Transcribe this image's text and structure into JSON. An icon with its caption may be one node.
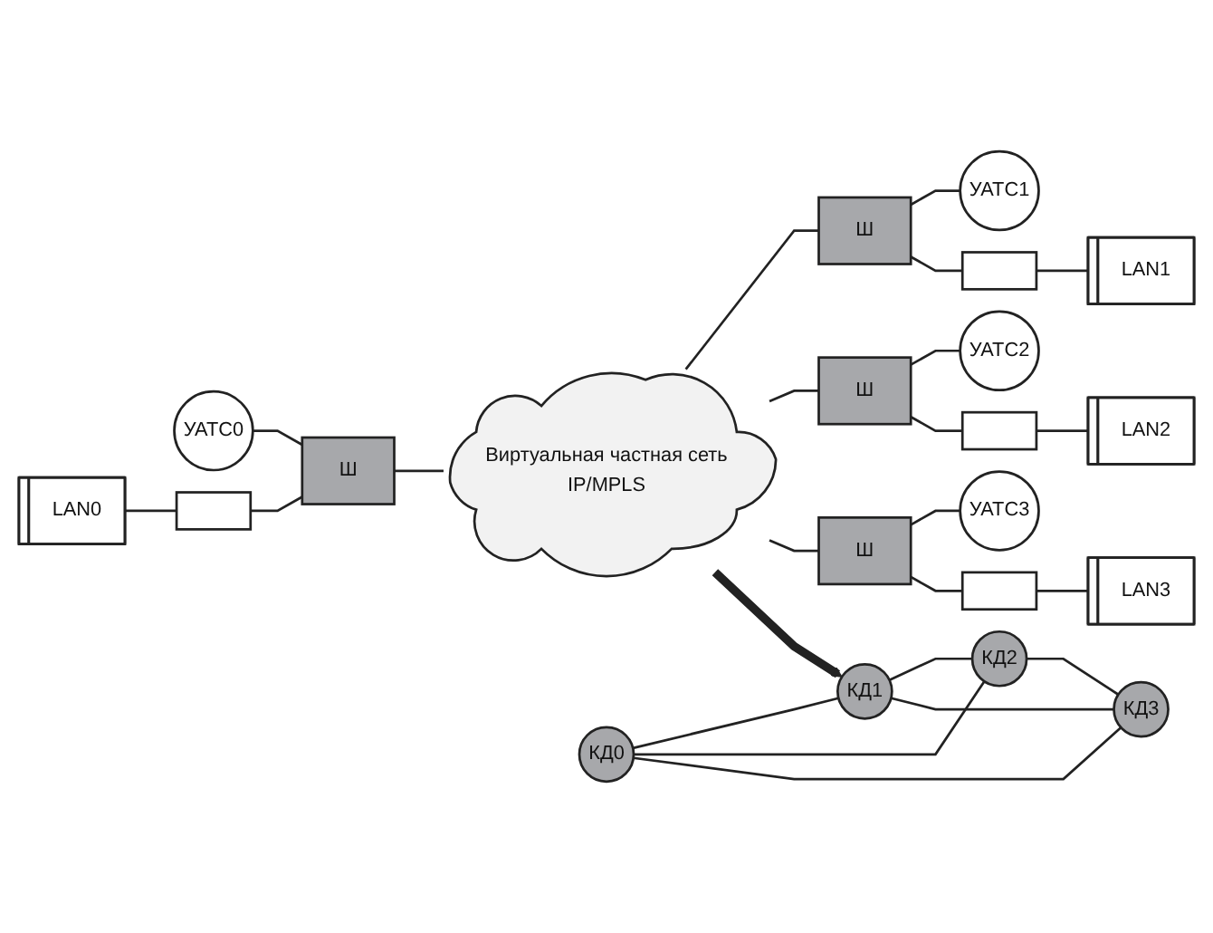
{
  "diagram": {
    "nodes": [
      {
        "text": [
          "Виртуальная частная сеть",
          "IP/MPLS"
        ]
      },
      {
        "text": [
          "Ш"
        ]
      },
      {
        "text": [
          "УАТС0"
        ]
      },
      {
        "text": [],
        "shape": "box"
      },
      {
        "text": [
          "LAN0"
        ]
      },
      {
        "text": [
          "Ш"
        ]
      },
      {
        "text": [
          "УАТС1"
        ]
      },
      {
        "text": [],
        "shape": "box"
      },
      {
        "text": [
          "LAN1"
        ]
      },
      {
        "text": [
          "Ш"
        ]
      },
      {
        "text": [
          "УАТС2"
        ]
      },
      {
        "text": [],
        "shape": "box"
      },
      {
        "text": [
          "LAN2"
        ]
      },
      {
        "text": [
          "Ш"
        ]
      },
      {
        "text": [
          "УАТС3"
        ]
      },
      {
        "text": [],
        "shape": "box"
      },
      {
        "text": [
          "LAN3"
        ]
      },
      {
        "text": [
          "КД0"
        ]
      },
      {
        "text": [
          "КД1"
        ]
      },
      {
        "text": [
          "КД2"
        ]
      },
      {
        "text": [
          "КД3"
        ]
      }
    ],
    "edges": [
      {
        "from": 2,
        "to": 1,
        "arrow": "none"
      },
      {
        "from": 4,
        "to": 3,
        "arrow": "none"
      },
      {
        "from": 3,
        "to": 1,
        "arrow": "none"
      },
      {
        "from": 1,
        "to": 0,
        "arrow": "none"
      },
      {
        "from": 0,
        "to": 5,
        "arrow": "none"
      },
      {
        "from": 5,
        "to": 6,
        "arrow": "none"
      },
      {
        "from": 5,
        "to": 7,
        "arrow": "none"
      },
      {
        "from": 7,
        "to": 8,
        "arrow": "none"
      },
      {
        "from": 0,
        "to": 9,
        "arrow": "none"
      },
      {
        "from": 9,
        "to": 10,
        "arrow": "none"
      },
      {
        "from": 9,
        "to": 11,
        "arrow": "none"
      },
      {
        "from": 11,
        "to": 12,
        "arrow": "none"
      },
      {
        "from": 0,
        "to": 13,
        "arrow": "none"
      },
      {
        "from": 13,
        "to": 14,
        "arrow": "none"
      },
      {
        "from": 13,
        "to": 15,
        "arrow": "none"
      },
      {
        "from": 15,
        "to": 16,
        "arrow": "none"
      },
      {
        "from": 0,
        "to": 18,
        "arrow": "to",
        "style": "thick"
      },
      {
        "from": 17,
        "to": 18,
        "arrow": "none"
      },
      {
        "from": 17,
        "to": 19,
        "arrow": "none"
      },
      {
        "from": 17,
        "to": 20,
        "arrow": "none"
      },
      {
        "from": 18,
        "to": 19,
        "arrow": "none"
      },
      {
        "from": 18,
        "to": 20,
        "arrow": "none"
      },
      {
        "from": 19,
        "to": 20,
        "arrow": "none"
      }
    ]
  }
}
